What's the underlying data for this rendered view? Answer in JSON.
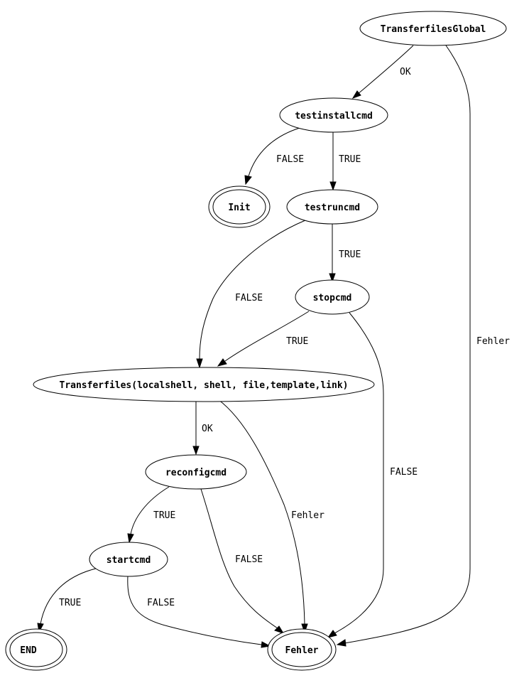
{
  "nodes": {
    "transferfiles_global": "TransferfilesGlobal",
    "testinstallcmd": "testinstallcmd",
    "init": "Init",
    "testruncmd": "testruncmd",
    "stopcmd": "stopcmd",
    "transferfiles": "Transferfiles(localshell, shell, file,template,link)",
    "reconfigcmd": "reconfigcmd",
    "startcmd": "startcmd",
    "end": "END",
    "fehler": "Fehler"
  },
  "edges": {
    "global_to_testinstall": "OK",
    "global_to_fehler": "Fehler",
    "testinstall_to_init": "FALSE",
    "testinstall_to_testrun": "TRUE",
    "testrun_to_stop": "TRUE",
    "testrun_to_transferfiles": "FALSE",
    "stop_to_transferfiles": "TRUE",
    "stop_to_fehler": "FALSE",
    "transferfiles_to_reconfig": "OK",
    "transferfiles_to_fehler": "Fehler",
    "reconfig_to_start": "TRUE",
    "reconfig_to_fehler": "FALSE",
    "start_to_end": "TRUE",
    "start_to_fehler": "FALSE"
  }
}
